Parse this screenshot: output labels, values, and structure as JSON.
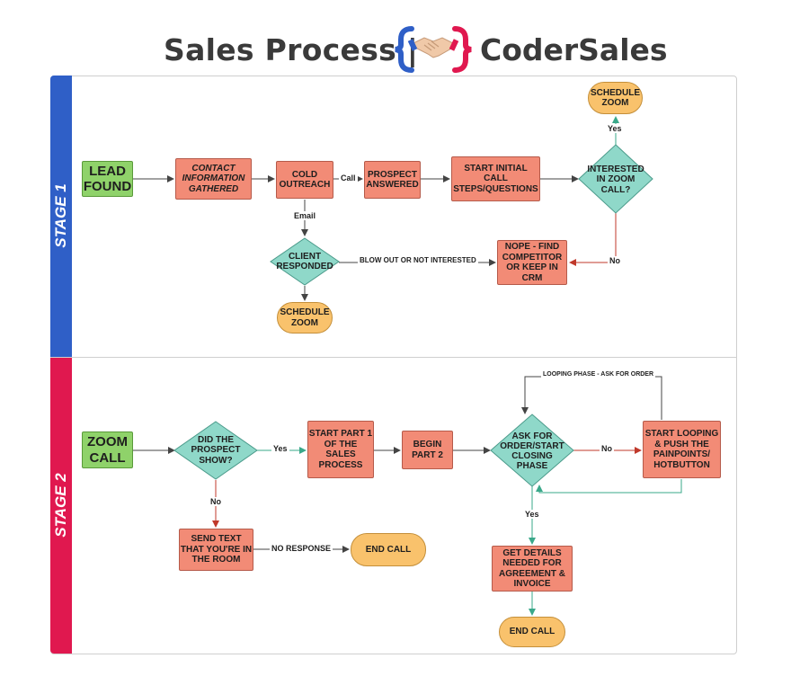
{
  "header": {
    "title": "Sales Process |",
    "brand": "CoderSales"
  },
  "stages": {
    "stage1": "STAGE 1",
    "stage2": "STAGE 2"
  },
  "nodes": {
    "lead_found": "LEAD FOUND",
    "contact_info": "CONTACT INFORMATION GATHERED",
    "cold_outreach": "COLD OUTREACH",
    "prospect_answered": "PROSPECT ANSWERED",
    "start_initial_call": "START INITIAL CALL STEPS/QUESTIONS",
    "interested_zoom": "INTERESTED IN ZOOM CALL?",
    "schedule_zoom_top": "SCHEDULE ZOOM",
    "nope_find": "NOPE - FIND COMPETITOR OR KEEP IN CRM",
    "client_responded": "CLIENT RESPONDED",
    "schedule_zoom_bottom": "SCHEDULE ZOOM",
    "zoom_call": "ZOOM CALL",
    "did_prospect_show": "DID THE PROSPECT SHOW?",
    "start_part1": "START PART 1 OF THE SALES PROCESS",
    "begin_part2": "BEGIN PART 2",
    "ask_for_order": "ASK FOR ORDER/START CLOSING PHASE",
    "start_looping": "START LOOPING & PUSH THE PAINPOINTS/ HOTBUTTON",
    "send_text": "SEND TEXT THAT YOU'RE IN THE ROOM",
    "end_call_left": "END CALL",
    "get_details": "GET DETAILS NEEDED FOR AGREEMENT & INVOICE",
    "end_call_bottom": "END CALL"
  },
  "edges": {
    "call": "Call",
    "email": "Email",
    "yes_top": "Yes",
    "no_top": "No",
    "blow_out": "BLOW OUT OR NOT INTERESTED",
    "yes_show": "Yes",
    "no_show": "No",
    "no_order": "No",
    "yes_order": "Yes",
    "no_response": "NO RESPONSE",
    "looping_phase": "LOOPING PHASE - ASK FOR ORDER"
  },
  "colors": {
    "rect": "#f28b76",
    "green": "#8fd26a",
    "pill": "#f9c26c",
    "diamond": "#8fd8c9",
    "stage1": "#2f5fc7",
    "stage2": "#e0184f",
    "arrow": "#555555",
    "arrow_teal": "#3aa88a",
    "arrow_red": "#c0392b"
  },
  "logo_icon": "handshake-braces-icon"
}
